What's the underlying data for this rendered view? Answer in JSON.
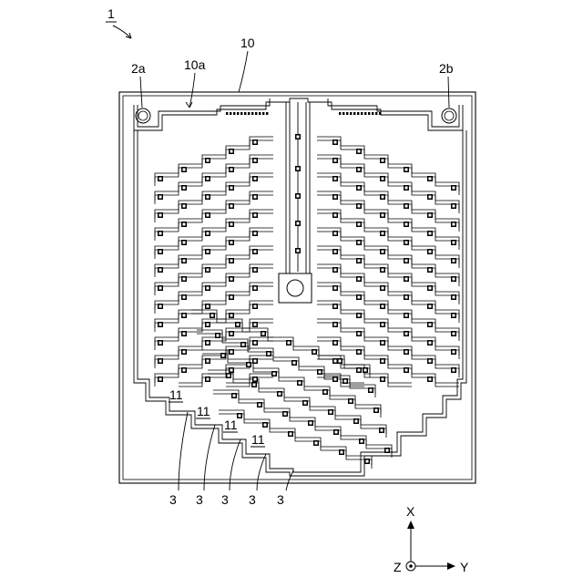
{
  "figure": {
    "ref_main": "1",
    "ref_board": "10",
    "ref_region": "10a",
    "ref_hole_left": "2a",
    "ref_hole_right": "2b",
    "ref_pad": "11",
    "ref_element": "3"
  },
  "axes": {
    "x": "X",
    "y": "Y",
    "z": "Z"
  },
  "pad_labels": [
    "11",
    "11",
    "11",
    "11"
  ],
  "element_labels": [
    "3",
    "3",
    "3",
    "3",
    "3"
  ]
}
